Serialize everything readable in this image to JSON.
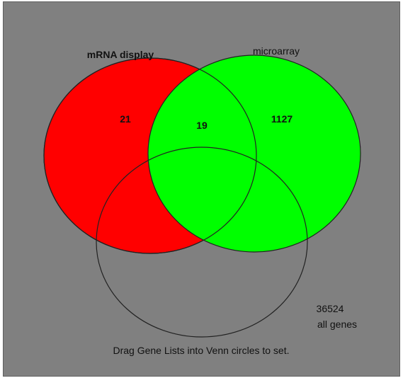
{
  "venn": {
    "set_a": {
      "label": "mRNA display",
      "count": "21",
      "color": "#ff0000"
    },
    "set_b": {
      "label": "microarray",
      "count": "1127",
      "color": "#00ff00"
    },
    "set_c": {
      "label": "",
      "color": "none"
    },
    "intersection_ab": {
      "count": "19",
      "color": "#00ff00"
    },
    "background": "#808080"
  },
  "summary": {
    "total": "36524",
    "total_label": "all genes"
  },
  "instruction": "Drag Gene Lists into Venn circles to set."
}
